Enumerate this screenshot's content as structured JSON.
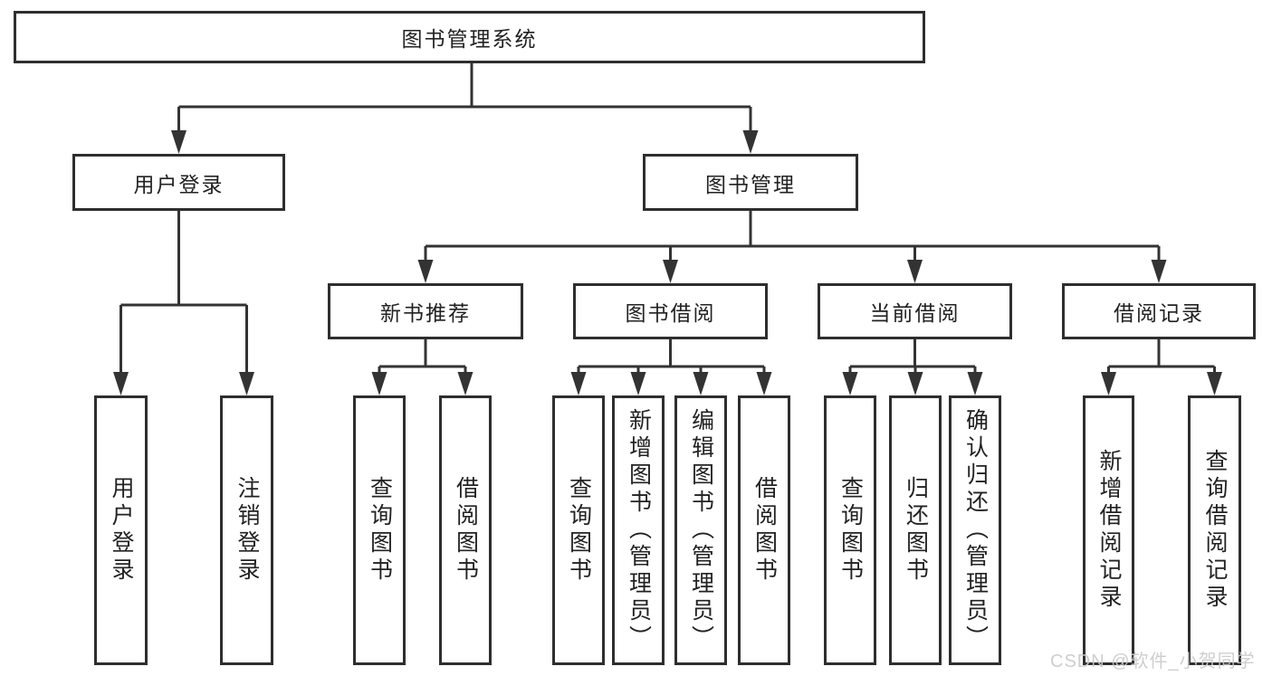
{
  "diagram": {
    "title": "图书管理系统",
    "level2": [
      {
        "label": "用户登录"
      },
      {
        "label": "图书管理"
      }
    ],
    "level3": [
      {
        "label": "新书推荐"
      },
      {
        "label": "图书借阅"
      },
      {
        "label": "当前借阅"
      },
      {
        "label": "借阅记录"
      }
    ],
    "leaves": [
      {
        "label": "用户登录"
      },
      {
        "label": "注销登录"
      },
      {
        "label": "查询图书"
      },
      {
        "label": "借阅图书"
      },
      {
        "label": "查询图书"
      },
      {
        "label": "新增图书（管理员）"
      },
      {
        "label": "编辑图书（管理员）"
      },
      {
        "label": "借阅图书"
      },
      {
        "label": "查询图书"
      },
      {
        "label": "归还图书"
      },
      {
        "label": "确认归还（管理员）"
      },
      {
        "label": "新增借阅记录"
      },
      {
        "label": "查询借阅记录"
      }
    ],
    "watermark": "CSDN @软件_小贺同学",
    "colors": {
      "line": "#333333",
      "border": "#2e2e2e",
      "text": "#222222",
      "watermark": "#c9c9c9",
      "bg": "#ffffff"
    }
  }
}
